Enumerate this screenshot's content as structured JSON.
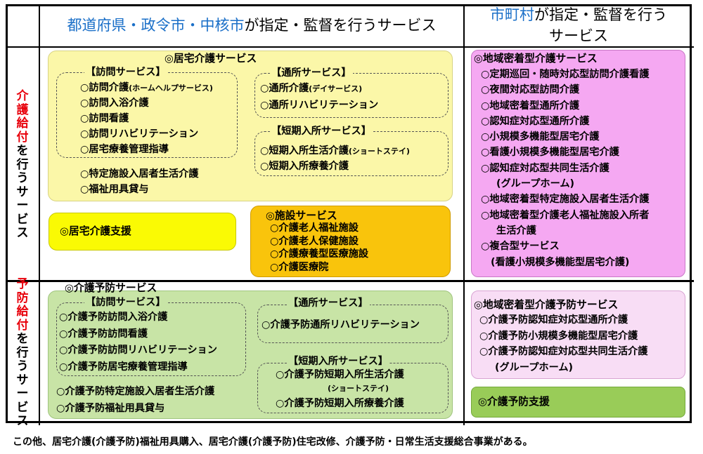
{
  "headers": {
    "pref_blue": "都道府県・政令市・中核市",
    "pref_rest": "が指定・監督を行うサービス",
    "muni_blue": "市町村",
    "muni_line1_rest": "が指定・監督を行う",
    "muni_line2": "サービス"
  },
  "row_labels": {
    "care": {
      "red": [
        "介",
        "護",
        "給",
        "付"
      ],
      "black": [
        "を",
        "行",
        "う",
        "サ",
        "ー",
        "ビ",
        "ス"
      ]
    },
    "prevent": {
      "red": [
        "予",
        "防",
        "給",
        "付"
      ],
      "black": [
        "を",
        "行",
        "う",
        "サ",
        "ー",
        "ビ",
        "ス"
      ]
    }
  },
  "care": {
    "home_title": "◎居宅介護サービス",
    "visit": {
      "title": "【訪問サービス】",
      "items": [
        "○訪問介護",
        "(ホームヘルプサービス)",
        "○訪問入浴介護",
        "○訪問看護",
        "○訪問リハビリテーション",
        "○居宅療養管理指導"
      ]
    },
    "day": {
      "title": "【通所サービス】",
      "items": [
        "○通所介護",
        "(デイサービス)",
        "○通所リハビリテーション"
      ]
    },
    "short": {
      "title": "【短期入所サービス】",
      "items": [
        "○短期入所生活介護",
        "(ショートステイ)",
        "○短期入所療養介護"
      ]
    },
    "others": [
      "○特定施設入居者生活介護",
      "○福祉用具貸与"
    ],
    "support": "◎居宅介護支援",
    "facility": {
      "title": "◎施設サービス",
      "items": [
        "○介護老人福祉施設",
        "○介護老人保健施設",
        "○介護療養型医療施設",
        "○介護医療院"
      ]
    },
    "community": {
      "title": "◎地域密着型介護サービス",
      "items": [
        "○定期巡回・随時対応型訪問介護看護",
        "○夜間対応型訪問介護",
        "○地域密着型通所介護",
        "○認知症対応型通所介護",
        "○小規模多機能型居宅介護",
        "○看護小規模多機能型居宅介護",
        "○認知症対応型共同生活介護",
        "(グループホーム)",
        "○地域密着型特定施設入居者生活介護",
        "○地域密着型介護老人福祉施設入所者",
        "生活介護",
        "○複合型サービス",
        "(看護小規模多機能型居宅介護)"
      ]
    }
  },
  "prevent": {
    "home_title": "◎介護予防サービス",
    "visit": {
      "title": "【訪問サービス】",
      "items": [
        "○介護予防訪問入浴介護",
        "○介護予防訪問看護",
        "○介護予防訪問リハビリテーション",
        "○介護予防居宅療養管理指導"
      ]
    },
    "day": {
      "title": "【通所サービス】",
      "items": [
        "○介護予防通所リハビリテーション"
      ]
    },
    "short": {
      "title": "【短期入所サービス】",
      "items": [
        "○介護予防短期入所生活介護",
        "(ショートステイ)",
        "○介護予防短期入所療養介護"
      ]
    },
    "others": [
      "○介護予防特定施設入居者生活介護",
      "○介護予防福祉用具貸与"
    ],
    "community": {
      "title": "◎地域密着型介護予防サービス",
      "items": [
        "○介護予防認知症対応型通所介護",
        "○介護予防小規模多機能型居宅介護",
        "○介護予防認知症対応型共同生活介護",
        "(グループホーム)"
      ]
    },
    "support": "◎介護予防支援"
  },
  "footer": "この他、居宅介護(介護予防)福祉用具購入、居宅介護(介護予防)住宅改修、介護予防・日常生活支援総合事業がある。"
}
